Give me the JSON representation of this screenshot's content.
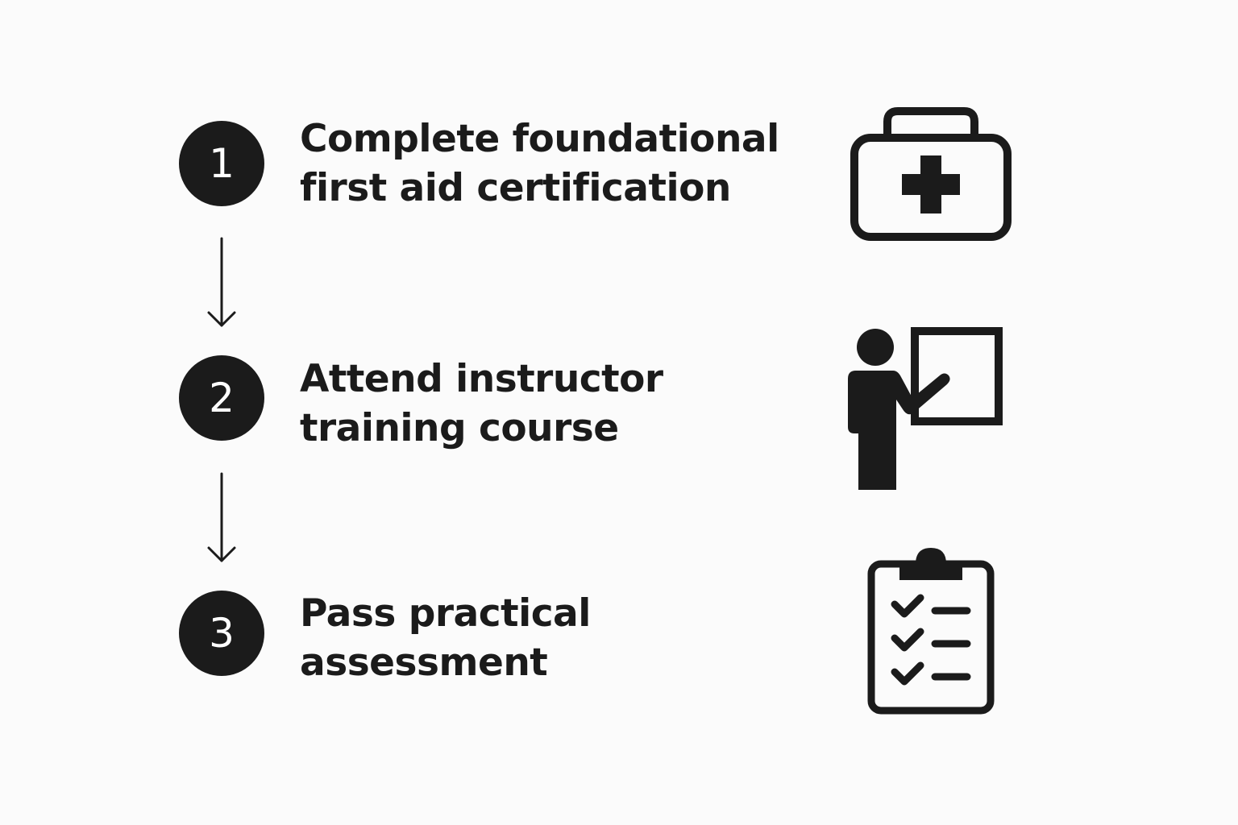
{
  "steps": [
    {
      "number": "1",
      "lines": [
        "Complete foundational",
        "first aid certification"
      ],
      "icon": "first-aid-kit-icon"
    },
    {
      "number": "2",
      "lines": [
        "Attend instructor",
        "training course"
      ],
      "icon": "instructor-whiteboard-icon"
    },
    {
      "number": "3",
      "lines": [
        "Pass practical",
        "assessment"
      ],
      "icon": "checklist-clipboard-icon"
    }
  ],
  "colors": {
    "background": "#fbfbfb",
    "ink": "#1b1b1b",
    "badge_text": "#ffffff"
  }
}
